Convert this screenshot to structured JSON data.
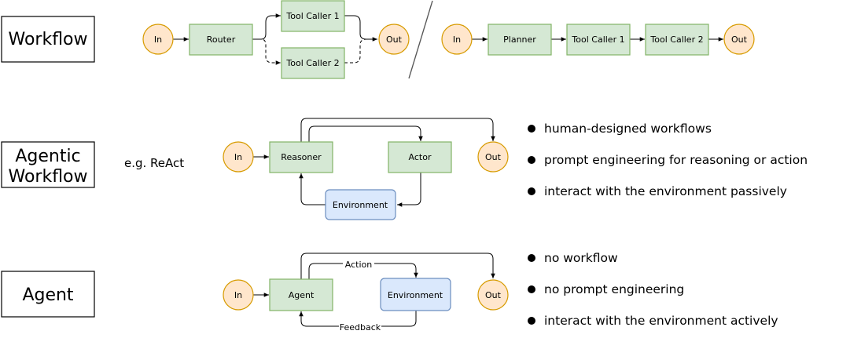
{
  "rows": {
    "workflow": {
      "title": "Workflow"
    },
    "agentic": {
      "title_line1": "Agentic",
      "title_line2": "Workflow",
      "example": "e.g. ReAct"
    },
    "agent": {
      "title": "Agent"
    }
  },
  "nodes": {
    "in": "In",
    "out": "Out",
    "router": "Router",
    "tool_caller_1": "Tool Caller 1",
    "tool_caller_2": "Tool Caller 2",
    "planner": "Planner",
    "reasoner": "Reasoner",
    "actor": "Actor",
    "environment": "Environment",
    "agent": "Agent"
  },
  "edge_labels": {
    "action": "Action",
    "feedback": "Feedback"
  },
  "bullets": {
    "agentic": [
      "human-designed workflows",
      "prompt engineering for reasoning or action",
      "interact with the environment passively"
    ],
    "agent": [
      "no workflow",
      "no prompt engineering",
      "interact with the environment actively"
    ]
  },
  "colors": {
    "io_fill": "#ffe6cc",
    "io_stroke": "#d79b00",
    "process_fill": "#d5e8d4",
    "process_stroke": "#82b366",
    "env_fill": "#dae8fc",
    "env_stroke": "#6c8ebf"
  }
}
